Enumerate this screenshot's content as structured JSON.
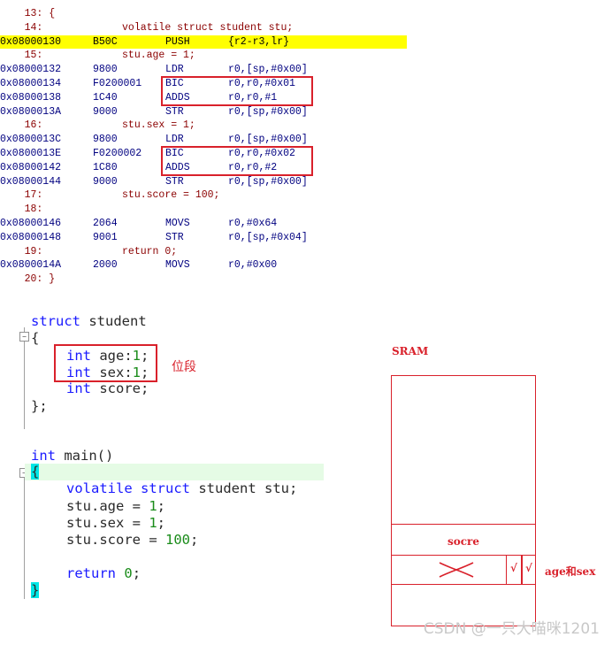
{
  "disasm": {
    "lines": [
      {
        "kind": "src",
        "text": "    13: {"
      },
      {
        "kind": "src",
        "text": "    14:             volatile struct student stu;"
      },
      {
        "kind": "asm",
        "hl": true,
        "addr": "0x08000130",
        "op": "B50C",
        "mn": "PUSH",
        "arg": "{r2-r3,lr}"
      },
      {
        "kind": "src",
        "text": "    15:             stu.age = 1;"
      },
      {
        "kind": "asm",
        "addr": "0x08000132",
        "op": "9800",
        "mn": "LDR",
        "arg": "r0,[sp,#0x00]"
      },
      {
        "kind": "asm",
        "addr": "0x08000134",
        "op": "F0200001",
        "mn": "BIC",
        "arg": "r0,r0,#0x01"
      },
      {
        "kind": "asm",
        "addr": "0x08000138",
        "op": "1C40",
        "mn": "ADDS",
        "arg": "r0,r0,#1"
      },
      {
        "kind": "asm",
        "addr": "0x0800013A",
        "op": "9000",
        "mn": "STR",
        "arg": "r0,[sp,#0x00]"
      },
      {
        "kind": "src",
        "text": "    16:             stu.sex = 1;"
      },
      {
        "kind": "asm",
        "addr": "0x0800013C",
        "op": "9800",
        "mn": "LDR",
        "arg": "r0,[sp,#0x00]"
      },
      {
        "kind": "asm",
        "addr": "0x0800013E",
        "op": "F0200002",
        "mn": "BIC",
        "arg": "r0,r0,#0x02"
      },
      {
        "kind": "asm",
        "addr": "0x08000142",
        "op": "1C80",
        "mn": "ADDS",
        "arg": "r0,r0,#2"
      },
      {
        "kind": "asm",
        "addr": "0x08000144",
        "op": "9000",
        "mn": "STR",
        "arg": "r0,[sp,#0x00]"
      },
      {
        "kind": "src",
        "text": "    17:             stu.score = 100;"
      },
      {
        "kind": "src",
        "text": "    18:"
      },
      {
        "kind": "asm",
        "addr": "0x08000146",
        "op": "2064",
        "mn": "MOVS",
        "arg": "r0,#0x64"
      },
      {
        "kind": "asm",
        "addr": "0x08000148",
        "op": "9001",
        "mn": "STR",
        "arg": "r0,[sp,#0x04]"
      },
      {
        "kind": "src",
        "text": "    19:             return 0;"
      },
      {
        "kind": "asm",
        "addr": "0x0800014A",
        "op": "2000",
        "mn": "MOVS",
        "arg": "r0,#0x00"
      },
      {
        "kind": "src",
        "text": "    20: }"
      }
    ]
  },
  "editor": {
    "struct_kw": "struct",
    "struct_name": " student",
    "open_brace": "{",
    "close_brace_semi": "};",
    "fields": [
      {
        "type": "int",
        "name": " age:",
        "width": "1",
        "end": ";"
      },
      {
        "type": "int",
        "name": " sex:",
        "width": "1",
        "end": ";"
      },
      {
        "type": "int",
        "name": " score;",
        "width": "",
        "end": ""
      }
    ],
    "main_type": "int",
    "main_sig": " main()",
    "main_open": "{",
    "main_close": "}",
    "decl_kw1": "volatile",
    "decl_kw2": "struct",
    "decl_rest": " student stu;",
    "assign_age": "stu.age = ",
    "assign_age_val": "1",
    "assign_sex": "stu.sex = ",
    "assign_sex_val": "1",
    "assign_score": "stu.score = ",
    "assign_score_val": "100",
    "ret_kw": "return",
    "ret_val": "0",
    "semi": ";",
    "bitfield_tag": "位段"
  },
  "sram": {
    "title": "SRAM",
    "score_label": "socre",
    "bit_mark": "√",
    "side_label": "age和sex"
  },
  "watermark": "CSDN @一只大喵咪1201",
  "colors": {
    "accent_red": "#d9212b",
    "highlight": "#ffff00",
    "keyword": "#1a1aff",
    "number": "#1a8c1a"
  }
}
